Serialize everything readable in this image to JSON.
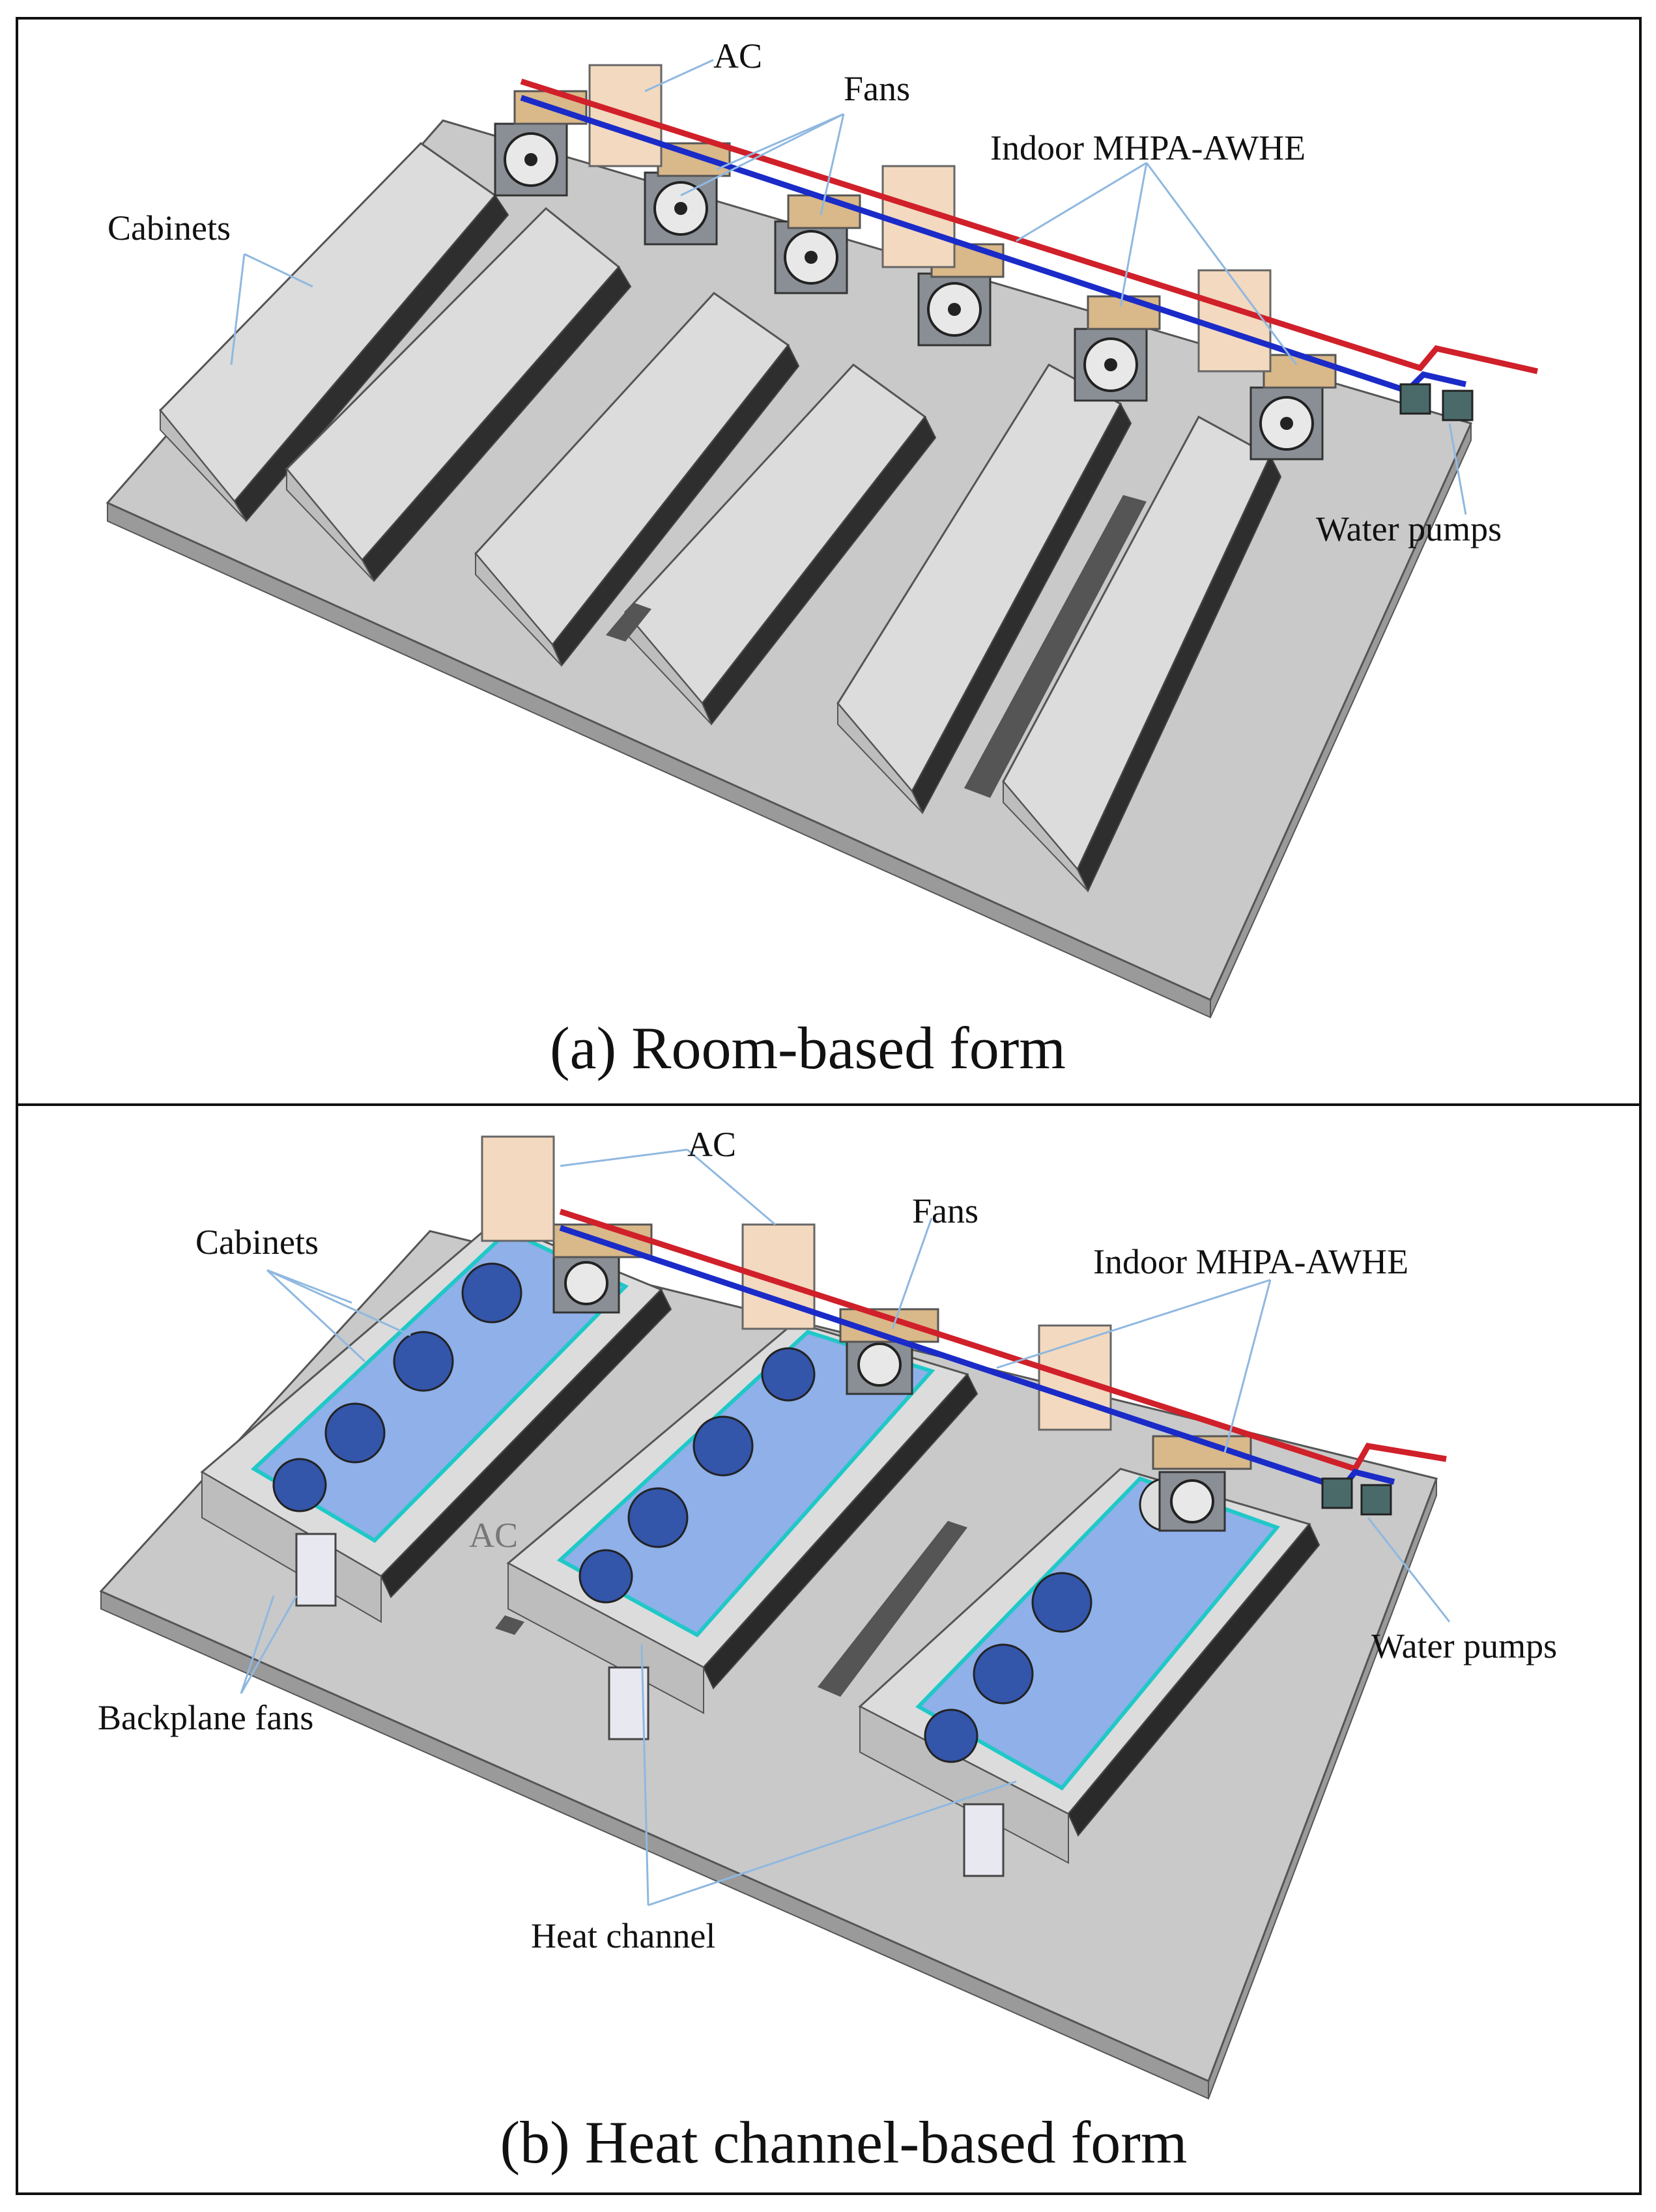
{
  "panel_a": {
    "caption": "(a) Room-based  form",
    "labels": {
      "ac": "AC",
      "fans": "Fans",
      "hx": "Indoor MHPA-AWHE",
      "cabinets": "Cabinets",
      "pumps": "Water pumps"
    }
  },
  "panel_b": {
    "caption": "(b) Heat channel-based  form",
    "labels": {
      "ac": "AC",
      "fans": "Fans",
      "hx": "Indoor MHPA-AWHE",
      "cabinets": "Cabinets",
      "pumps": "Water pumps",
      "backplane": "Backplane fans",
      "channel": "Heat channel",
      "ac_faint": "AC"
    }
  },
  "colors": {
    "supply_pipe": "#d0202a",
    "return_pipe": "#1a2bc8",
    "leader": "#8fb8e0",
    "channel_fill": "#8fb0e8",
    "channel_edge": "#20c8c8",
    "ac_unit": "#f3d9bf",
    "hx_unit": "#d9b889",
    "cabinet_face": "#d6d6d6",
    "cabinet_front": "#2a2a2a"
  }
}
